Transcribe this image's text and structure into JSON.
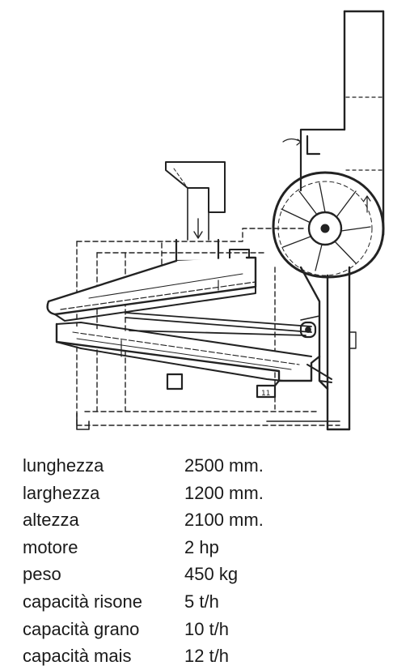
{
  "specs": [
    {
      "label": "lunghezza",
      "value": "2500 mm."
    },
    {
      "label": "larghezza",
      "value": "1200 mm."
    },
    {
      "label": "altezza",
      "value": "2100 mm."
    },
    {
      "label": "motore",
      "value": "2 hp"
    },
    {
      "label": "peso",
      "value": "450 kg"
    },
    {
      "label": "capacità risone",
      "value": "5 t/h"
    },
    {
      "label": "capacità grano",
      "value": "10 t/h"
    },
    {
      "label": "capacità mais",
      "value": "12 t/h"
    }
  ],
  "drawing": {
    "part_mark": "11"
  }
}
